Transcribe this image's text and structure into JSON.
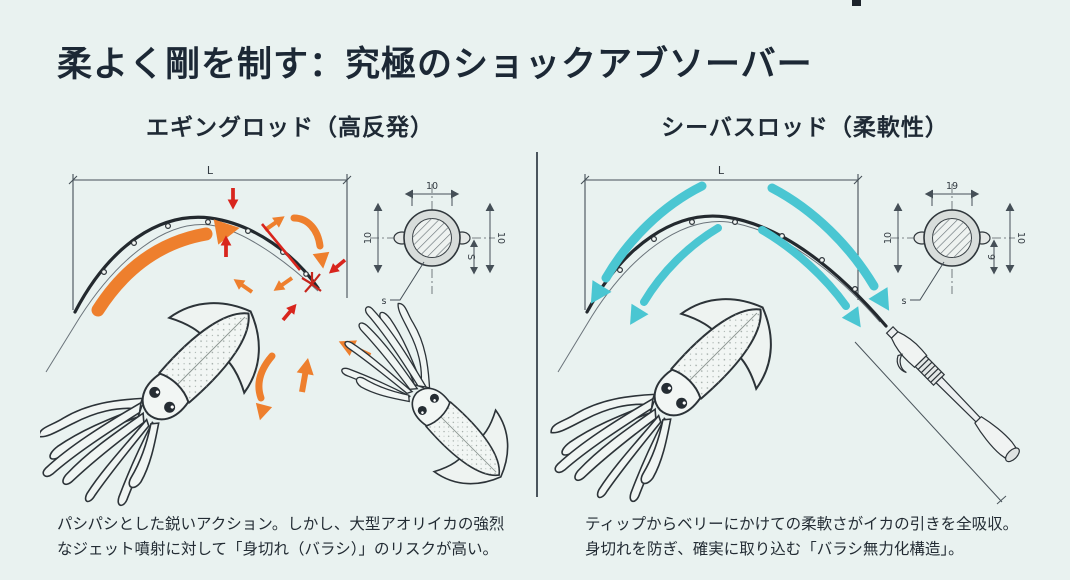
{
  "page": {
    "title": "柔よく剛を制す：究極のショックアブソーバー",
    "background_color": "#e9f2f0",
    "title_color": "#1c2835",
    "style": "technical illustration comparing two fishing rods with squid drawings"
  },
  "panels": {
    "left": {
      "header": "エギングロッド（高反発）",
      "caption": [
        "パシパシとした鋭いアクション。しかし、大型アオリイカの強烈",
        "なジェット噴射に対して「身切れ（バラシ）」のリスクが高い。"
      ],
      "dim": {
        "length": "L",
        "cs_top": "10",
        "cs_left": "10",
        "cs_right": "10",
        "cs_wall": "S",
        "cs_leader": "s"
      },
      "colors": {
        "action_arrow": "#ee7f2d",
        "stress_arrow": "#d8251d"
      }
    },
    "right": {
      "header": "シーバスロッド（柔軟性）",
      "caption": [
        "ティップからベリーにかけての柔軟さがイカの引きを全吸収。",
        "身切れを防ぎ、確実に取り込む「バラシ無力化構造」。"
      ],
      "dim": {
        "length": "L",
        "cs_top": "19",
        "cs_left": "10",
        "cs_right": "10",
        "cs_wall": "9",
        "cs_leader": "s"
      },
      "colors": {
        "flex_arrow": "#4ac6d2"
      }
    }
  }
}
